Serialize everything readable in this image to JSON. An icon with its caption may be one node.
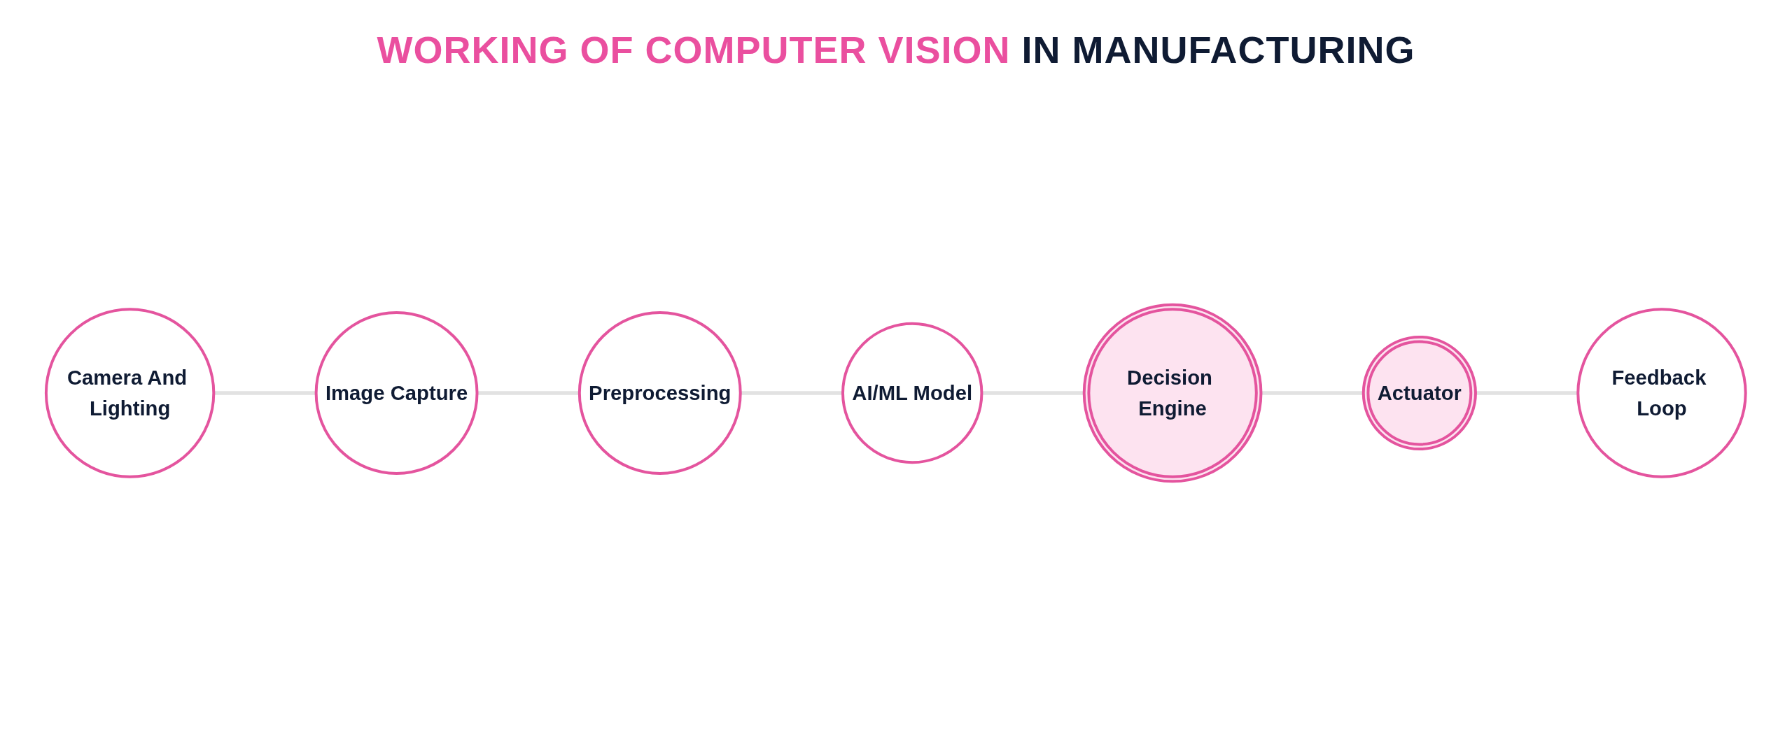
{
  "diagram": {
    "title": "WORKING OF COMPUTER VISION IN MANUFACTURING",
    "nodes": [
      {
        "text": [
          "Camera And Lighting"
        ]
      },
      {
        "text": [
          "Image Capture"
        ]
      },
      {
        "text": [
          "Preprocessing"
        ]
      },
      {
        "text": [
          "AI/ML Model"
        ]
      },
      {
        "text": [
          "Decision Engine"
        ]
      },
      {
        "text": [
          "Actuator"
        ]
      },
      {
        "text": [
          "Feedback Loop"
        ]
      }
    ],
    "edges": [
      {
        "from": 0,
        "to": 1,
        "arrow": "none"
      },
      {
        "from": 1,
        "to": 2,
        "arrow": "none"
      },
      {
        "from": 2,
        "to": 3,
        "arrow": "none"
      },
      {
        "from": 3,
        "to": 4,
        "arrow": "none"
      },
      {
        "from": 4,
        "to": 5,
        "arrow": "none"
      },
      {
        "from": 5,
        "to": 6,
        "arrow": "none"
      }
    ]
  }
}
